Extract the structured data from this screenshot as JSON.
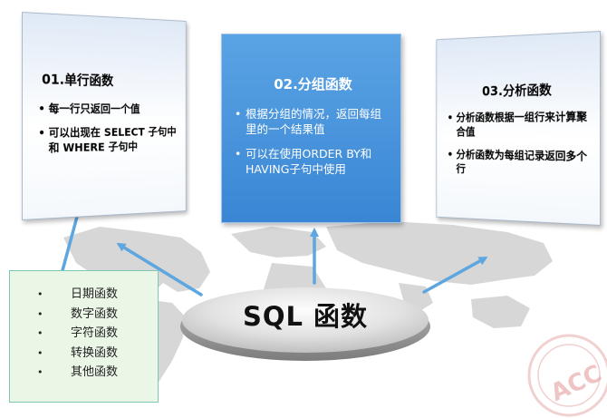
{
  "panels": [
    {
      "title": "01.单行函数",
      "items": [
        "每一行只返回一个值",
        "可以出现在 SELECT 子句中和 WHERE 子句中"
      ]
    },
    {
      "title": "02.分组函数",
      "items": [
        "根据分组的情况，返回每组里的一个结果值",
        "可以在使用ORDER BY和 HAVING子句中使用"
      ]
    },
    {
      "title": "03.分析函数",
      "items": [
        "分析函数根据一组行来计算聚合值",
        "分析函数为每组记录返回多个行"
      ]
    }
  ],
  "bullet": "•",
  "center_label": "SQL 函数",
  "function_types": [
    "日期函数",
    "数字函数",
    "字符函数",
    "转换函数",
    "其他函数"
  ],
  "stamp": "ACC",
  "colors": {
    "arrow": "#5ea6e0",
    "middle_panel": "#3f8ad6",
    "types_box_bg": "#eaf6e6",
    "types_box_border": "#7fc7b5"
  }
}
